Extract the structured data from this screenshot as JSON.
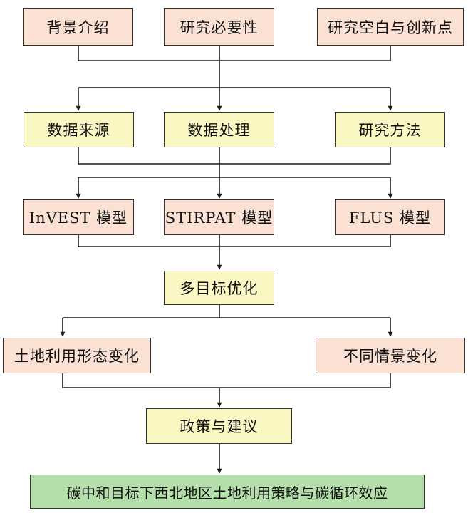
{
  "diagram": {
    "row1": {
      "background": "背景介绍",
      "necessity": "研究必要性",
      "gap_innovation": "研究空白与创新点"
    },
    "row2": {
      "data_source": "数据来源",
      "data_processing": "数据处理",
      "research_method": "研究方法"
    },
    "row3": {
      "invest_model": "InVEST 模型",
      "stirpat_model": "STIRPAT 模型",
      "flus_model": "FLUS 模型"
    },
    "row4": {
      "multi_objective": "多目标优化"
    },
    "row5": {
      "land_use_change": "土地利用形态变化",
      "scenario_change": "不同情景变化"
    },
    "row6": {
      "policy": "政策与建议"
    },
    "row7": {
      "final": "碳中和目标下西北地区土地利用策略与碳循环效应"
    },
    "colors": {
      "pink": "#fbe1d4",
      "yellow": "#fbf7c3",
      "green": "#b4dfab",
      "line": "#1a1a1a"
    }
  }
}
